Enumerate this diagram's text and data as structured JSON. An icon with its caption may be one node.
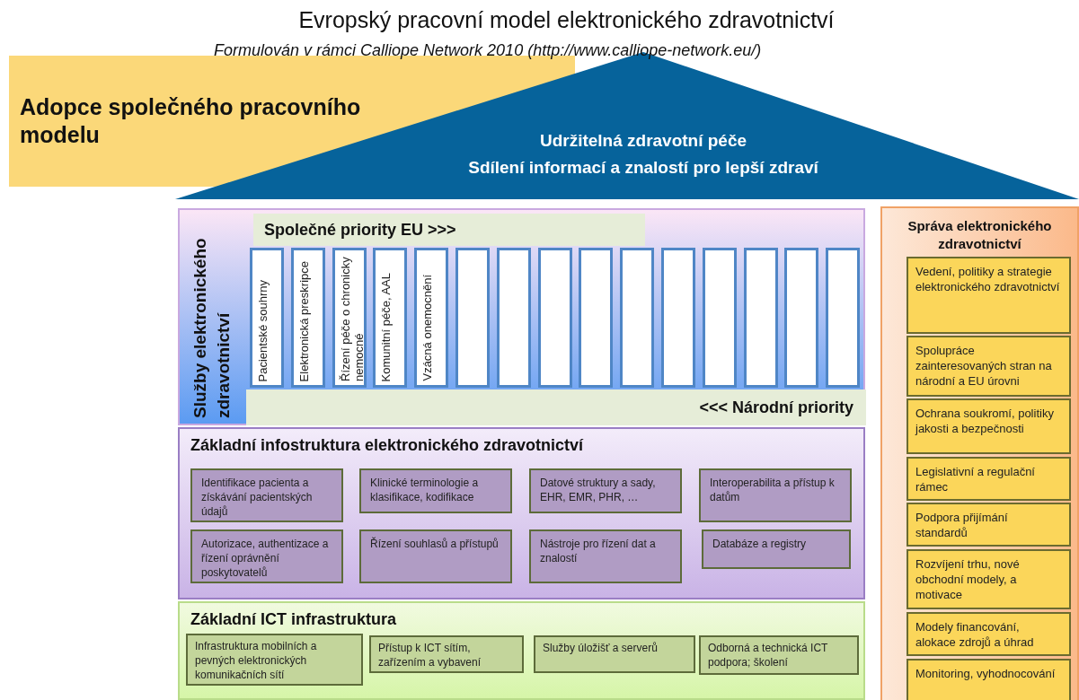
{
  "diagram": {
    "title": "Evropský pracovní model elektronického zdravotnictví",
    "nodes": [
      {
        "text": [
          "Adopce společného pracovního modelu"
        ]
      },
      {
        "text": [
          "Udržitelná zdravotní péče",
          "Sdílení informací a znalostí pro lepší zdraví"
        ]
      },
      {
        "text": [
          "Služby elektronického zdravotnictví"
        ]
      },
      {
        "text": [
          "Společné priority EU >>>"
        ],
        "in": 2
      },
      {
        "text": [
          "Pacientské souhrny"
        ],
        "in": 2
      },
      {
        "text": [
          "Elektronická preskripce"
        ],
        "in": 2
      },
      {
        "text": [
          "Řízení péče o chronicky nemocné"
        ],
        "in": 2
      },
      {
        "text": [
          "Komunitní péče, AAL"
        ],
        "in": 2
      },
      {
        "text": [
          "Vzácná onemocnění"
        ],
        "in": 2
      },
      {
        "text": [],
        "shape": "bar",
        "in": 2
      },
      {
        "text": [],
        "shape": "bar",
        "in": 2
      },
      {
        "text": [],
        "shape": "bar",
        "in": 2
      },
      {
        "text": [],
        "shape": "bar",
        "in": 2
      },
      {
        "text": [],
        "shape": "bar",
        "in": 2
      },
      {
        "text": [],
        "shape": "bar",
        "in": 2
      },
      {
        "text": [],
        "shape": "bar",
        "in": 2
      },
      {
        "text": [],
        "shape": "bar",
        "in": 2
      },
      {
        "text": [],
        "shape": "bar",
        "in": 2
      },
      {
        "text": [],
        "shape": "bar",
        "in": 2
      },
      {
        "text": [
          "<<< Národní priority"
        ],
        "in": 2
      },
      {
        "text": [
          "Základní infostruktura elektronického zdravotnictví"
        ]
      },
      {
        "text": [
          "Identifikace pacienta a získávání pacientských údajů"
        ],
        "in": 20
      },
      {
        "text": [
          "Klinické terminologie a klasifikace, kodifikace"
        ],
        "in": 20
      },
      {
        "text": [
          "Datové struktury a sady, EHR, EMR, PHR, …"
        ],
        "in": 20
      },
      {
        "text": [
          "Interoperabilita a přístup k datům"
        ],
        "in": 20
      },
      {
        "text": [
          "Autorizace, authentizace a řízení oprávnění poskytovatelů"
        ],
        "in": 20
      },
      {
        "text": [
          "Řízení souhlasů a přístupů"
        ],
        "in": 20
      },
      {
        "text": [
          "Nástroje pro řízení dat a znalostí"
        ],
        "in": 20
      },
      {
        "text": [
          "Databáze a registry"
        ],
        "in": 20
      },
      {
        "text": [
          "Základní ICT infrastruktura"
        ]
      },
      {
        "text": [
          "Infrastruktura mobilních a pevných elektronických komunikačních sítí"
        ],
        "in": 29
      },
      {
        "text": [
          "Přístup k ICT sítím, zařízením a vybavení"
        ],
        "in": 29
      },
      {
        "text": [
          "Služby úložišť a serverů"
        ],
        "in": 29
      },
      {
        "text": [
          "Odborná a technická ICT podpora; školení"
        ],
        "in": 29
      },
      {
        "text": [
          "Správa elektronického zdravotnictví"
        ]
      },
      {
        "text": [
          "Vedení, politiky a strategie elektronického zdravotnictví"
        ],
        "in": 34
      },
      {
        "text": [
          "Spolupráce zainteresovaných stran na národní a EU úrovni"
        ],
        "in": 34
      },
      {
        "text": [
          "Ochrana soukromí, politiky jakosti a bezpečnosti"
        ],
        "in": 34
      },
      {
        "text": [
          "Legislativní a regulační rámec"
        ],
        "in": 34
      },
      {
        "text": [
          "Podpora přijímání standardů"
        ],
        "in": 34
      },
      {
        "text": [
          "Rozvíjení trhu, nové obchodní modely, a motivace"
        ],
        "in": 34
      },
      {
        "text": [
          "Modely financování, alokace zdrojů a úhrad"
        ],
        "in": 34
      },
      {
        "text": [
          "Monitoring, vyhodnocování"
        ],
        "in": 34
      }
    ],
    "labels": [
      "Formulován v rámci Calliope Network 2010 (http://www.calliope-network.eu/)"
    ]
  }
}
